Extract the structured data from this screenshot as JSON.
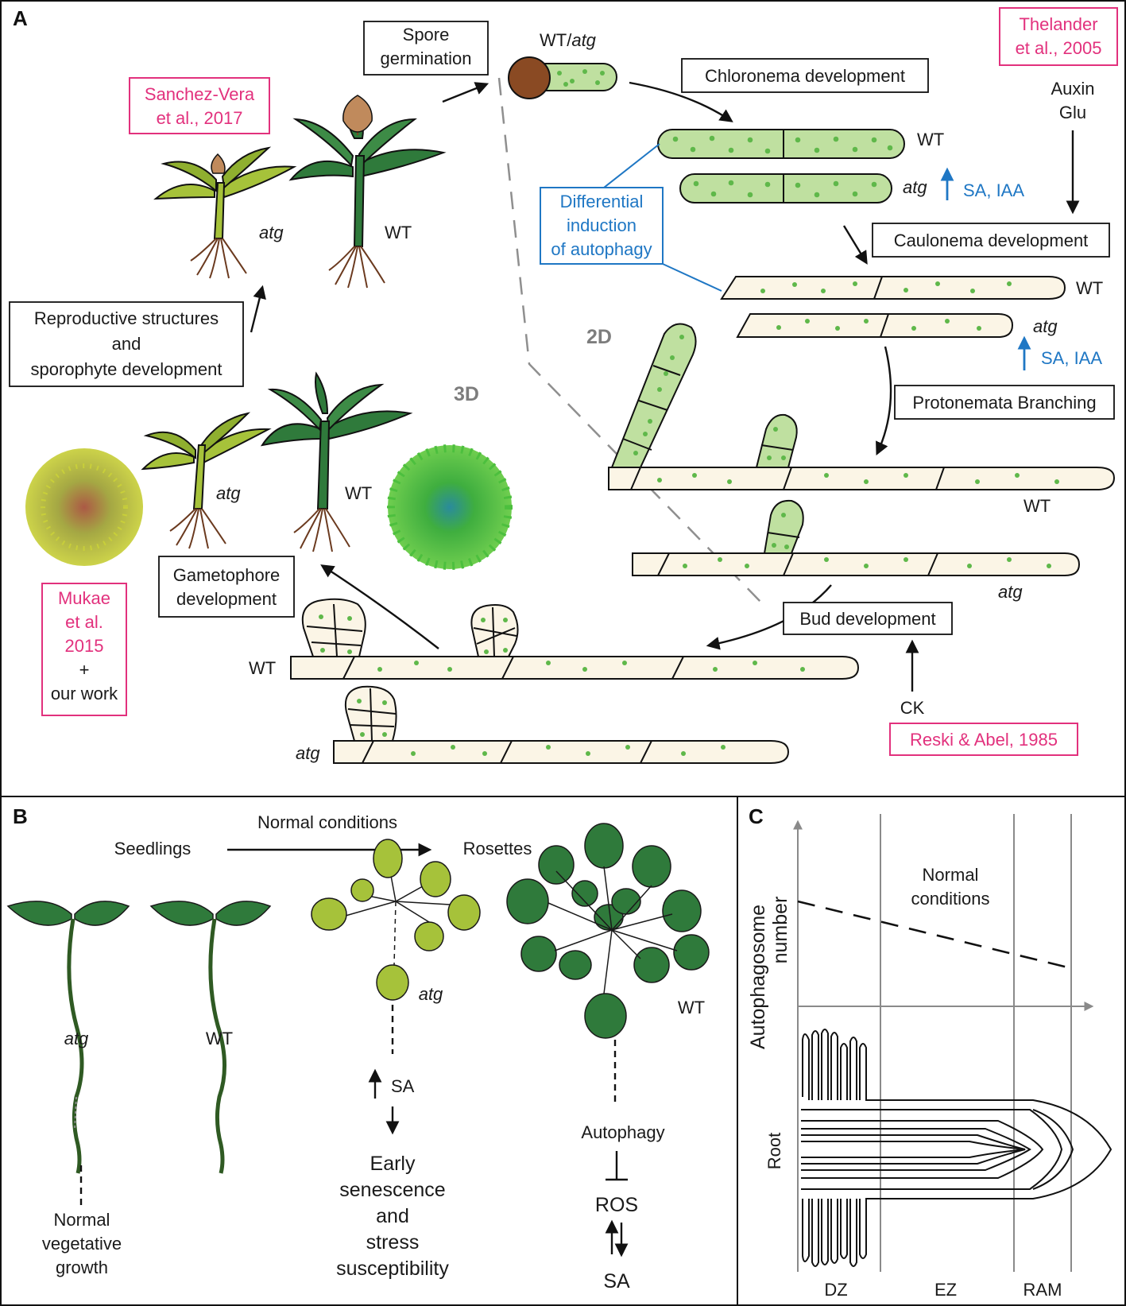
{
  "panels": {
    "a": "A",
    "b": "B",
    "c": "C"
  },
  "panelA": {
    "spore_germination": [
      "Spore",
      "germination"
    ],
    "wt_atg": "WT/",
    "wt_atg_italic": "atg",
    "chloronema_development": "Chloronema development",
    "caulonema_development": "Caulonema development",
    "protonemata_branching": "Protonemata Branching",
    "bud_development": "Bud development",
    "gametophore_development": [
      "Gametophore",
      "development"
    ],
    "reproductive": [
      "Reproductive structures",
      "and",
      "sporophyte development"
    ],
    "differential": [
      "Differential",
      "induction",
      "of autophagy"
    ],
    "thelander": [
      "Thelander",
      "et al., 2005"
    ],
    "sanchez": [
      "Sanchez-Vera",
      "et al., 2017"
    ],
    "mukae": [
      "Mukae",
      "et al.",
      "2015"
    ],
    "mukae_plus": "+",
    "our_work": "our work",
    "reski": "Reski & Abel, 1985",
    "auxin": "Auxin",
    "glu": "Glu",
    "ck": "CK",
    "sa_iaa": "SA, IAA",
    "label_2d": "2D",
    "label_3d": "3D",
    "wt": "WT",
    "atg": "atg"
  },
  "panelB": {
    "normal_conditions": "Normal conditions",
    "seedlings": "Seedlings",
    "rosettes": "Rosettes",
    "atg": "atg",
    "wt": "WT",
    "normal_growth": [
      "Normal",
      "vegetative",
      "growth"
    ],
    "sa": "SA",
    "early": [
      "Early",
      "senescence",
      "and",
      "stress",
      "susceptibility"
    ],
    "autophagy": "Autophagy",
    "ros": "ROS",
    "sa2": "SA"
  },
  "panelC": {
    "ylabel": [
      "Autophagosome",
      "number"
    ],
    "normal": [
      "Normal",
      "conditions"
    ],
    "root": "Root",
    "zones": [
      "DZ",
      "EZ",
      "RAM"
    ]
  },
  "colors": {
    "dark_green": "#2f7a3b",
    "light_green": "#a6c23a",
    "moss_green": "#4fb848",
    "cream": "#fbf5e6",
    "pink": "#e2317d",
    "blue": "#1f77c4",
    "brown": "#8a4a23"
  },
  "icons": [
    "moss-plant-icon",
    "spore-icon",
    "seedling-icon",
    "rosette-icon",
    "root-tip-icon"
  ]
}
